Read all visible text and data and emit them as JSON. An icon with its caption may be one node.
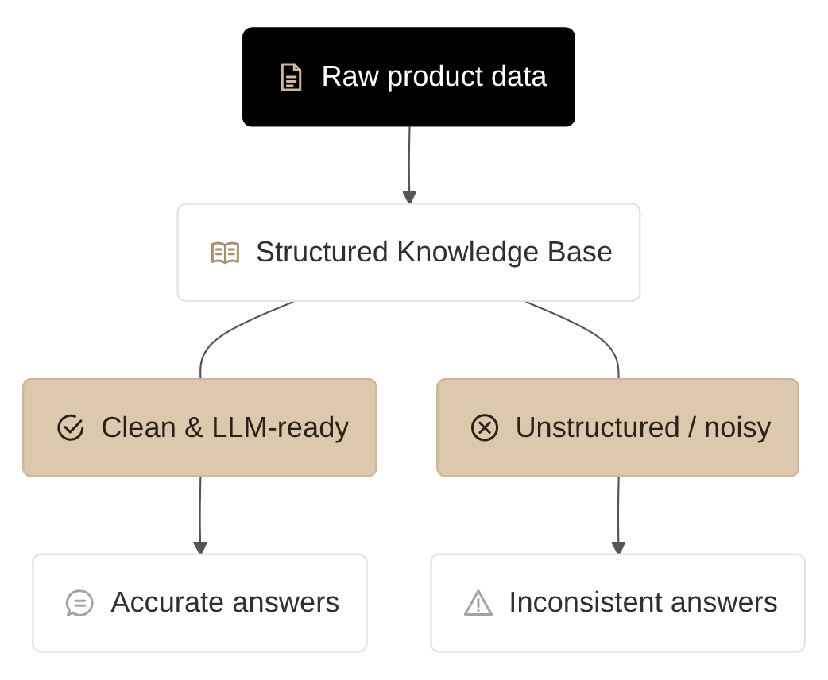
{
  "diagram": {
    "nodes": [
      {
        "text": [
          "Raw product data"
        ]
      },
      {
        "text": [
          "Structured Knowledge Base"
        ]
      },
      {
        "text": [
          "Clean & LLM-ready"
        ]
      },
      {
        "text": [
          "Unstructured / noisy"
        ]
      },
      {
        "text": [
          "Accurate answers"
        ]
      },
      {
        "text": [
          "Inconsistent answers"
        ]
      }
    ],
    "edges": [
      {
        "from": 0,
        "to": 1,
        "arrow": "to"
      },
      {
        "from": 1,
        "to": 2,
        "arrow": "none"
      },
      {
        "from": 1,
        "to": 3,
        "arrow": "none"
      },
      {
        "from": 2,
        "to": 4,
        "arrow": "to"
      },
      {
        "from": 3,
        "to": 5,
        "arrow": "to"
      }
    ]
  }
}
